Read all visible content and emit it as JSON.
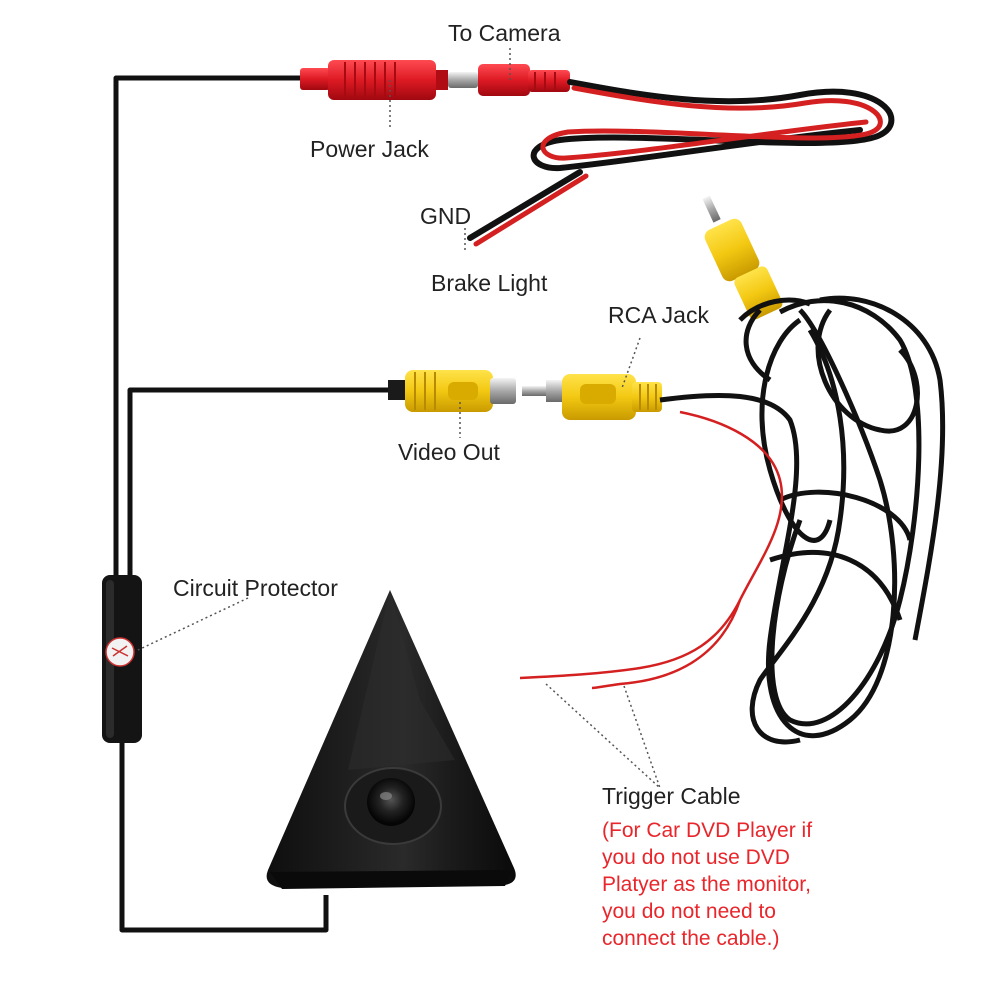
{
  "labels": {
    "to_camera": "To Camera",
    "power_jack": "Power Jack",
    "gnd": "GND",
    "brake_light": "Brake Light",
    "rca_jack": "RCA Jack",
    "video_out": "Video Out",
    "circuit_protector": "Circuit Protector",
    "trigger_cable": "Trigger Cable"
  },
  "trigger_note": [
    "(For Car DVD Player if",
    "you do not use DVD",
    "Platyer as the monitor,",
    "you do not need to",
    "connect the cable.)"
  ],
  "colors": {
    "cable": "#111111",
    "red_connector": "#e0202a",
    "red_wire": "#d42020",
    "yellow_connector": "#f3cf14",
    "note_text": "#e8262b",
    "label_text": "#222222",
    "camera_body": "#1c1c1c"
  }
}
